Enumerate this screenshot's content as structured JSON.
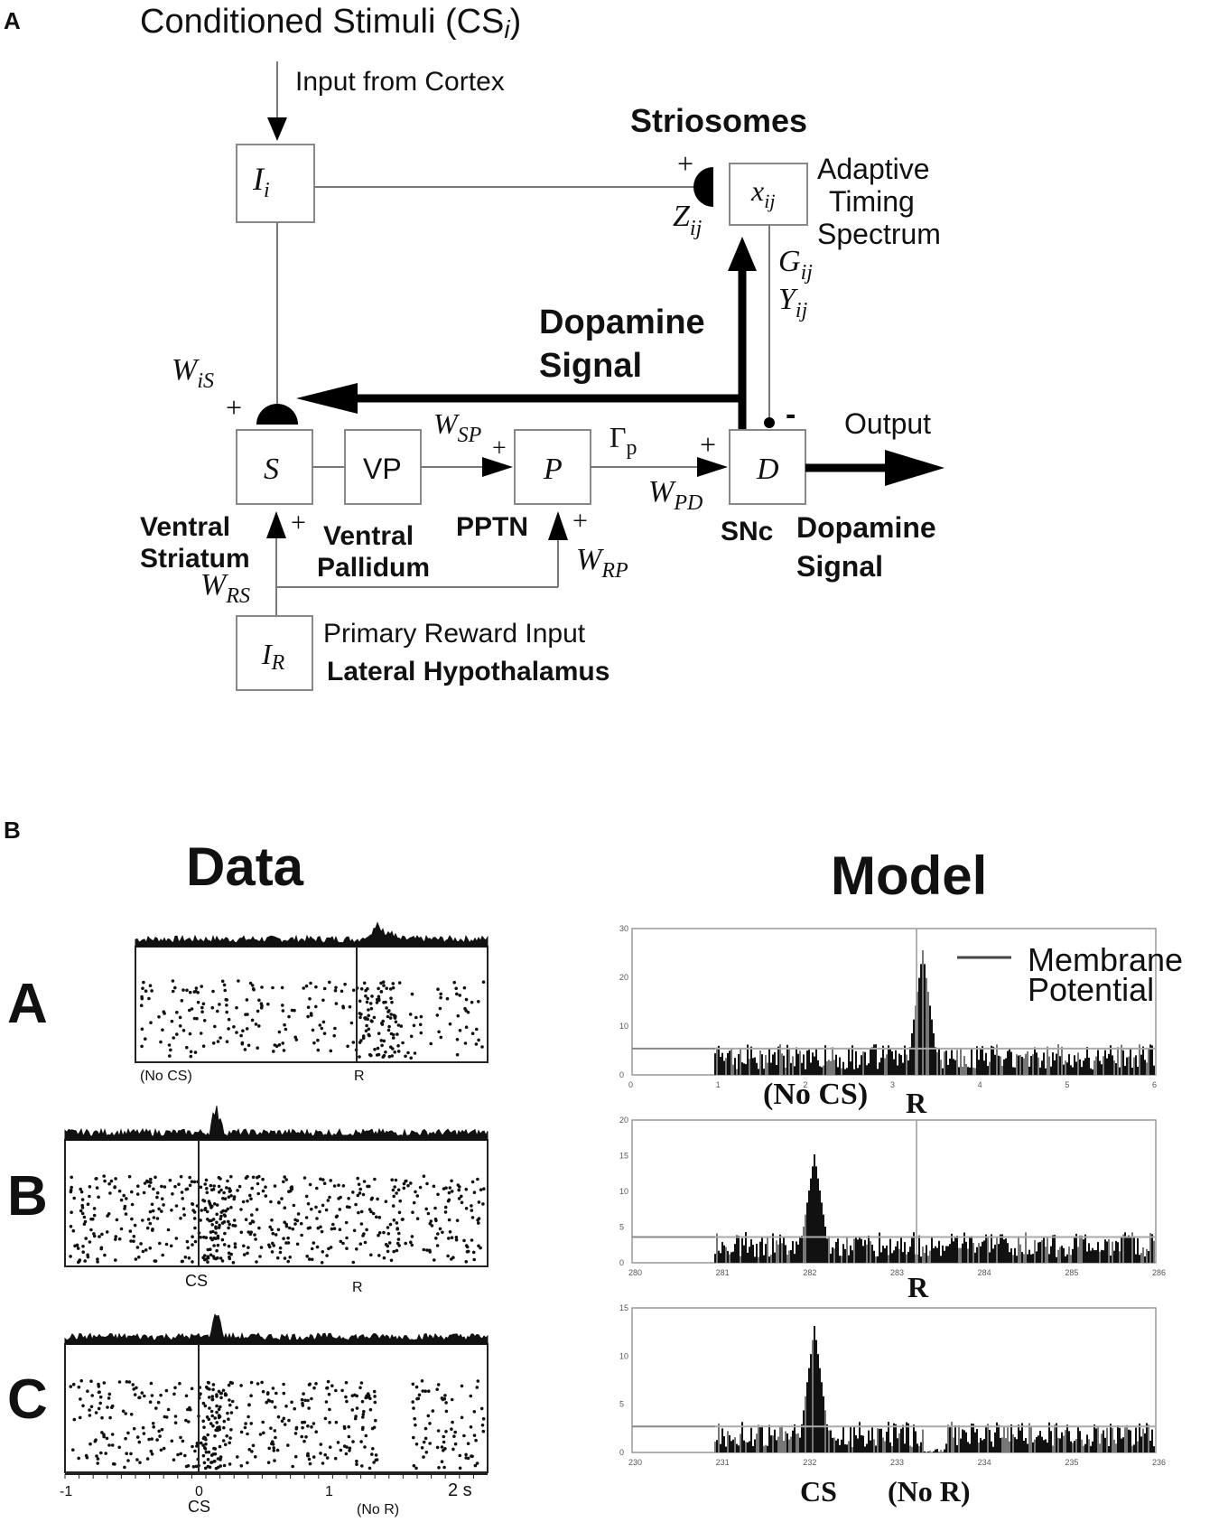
{
  "panel_a": {
    "panel_label": "A",
    "title_main": "Conditioned Stimuli (CS",
    "title_sub": "i",
    "title_close": ")",
    "input_label": "Input from Cortex",
    "striosomes_label": "Striosomes",
    "adaptive_label_1": "Adaptive",
    "adaptive_label_2": "Timing",
    "adaptive_label_3": "Spectrum",
    "dopamine_label_1": "Dopamine",
    "dopamine_label_2": "Signal",
    "output_label": "Output",
    "boxes": {
      "Ii": "I",
      "Ii_sub": "i",
      "xij": "x",
      "xij_sub": "ij",
      "S": "S",
      "VP": "VP",
      "P": "P",
      "D": "D",
      "IR": "I",
      "IR_sub": "R"
    },
    "weights": {
      "Zij": "Z",
      "Zij_sub": "ij",
      "Gij": "G",
      "Gij_sub": "ij",
      "Yij": "Y",
      "Yij_sub": "ij",
      "WiS": "W",
      "WiS_sub": "iS",
      "WSP": "W",
      "WSP_sub": "SP",
      "Gamma": "Γ",
      "Gamma_sub": "p",
      "WPD": "W",
      "WPD_sub": "PD",
      "WRP": "W",
      "WRP_sub": "RP",
      "WRS": "W",
      "WRS_sub": "RS"
    },
    "signs": {
      "plus": "+",
      "minus": "-"
    },
    "regions": {
      "ventral_striatum_1": "Ventral",
      "ventral_striatum_2": "Striatum",
      "ventral_pallidum_1": "Ventral",
      "ventral_pallidum_2": "Pallidum",
      "pptn": "PPTN",
      "snc": "SNc",
      "snc_dopamine_1": "Dopamine",
      "snc_dopamine_2": "Signal",
      "reward_input": "Primary Reward Input",
      "lateral_hypothalamus": "Lateral Hypothalamus"
    }
  },
  "panel_b": {
    "panel_label": "B",
    "data_title": "Data",
    "model_title": "Model",
    "row_labels": [
      "A",
      "B",
      "C"
    ],
    "data_rows": [
      {
        "left_marker": "(No CS)",
        "right_marker": "R"
      },
      {
        "left_marker": "CS",
        "right_marker": "R"
      },
      {
        "left_marker": "CS",
        "right_marker": "(No R)"
      }
    ],
    "data_axis_ticks": [
      "-1",
      "0",
      "1",
      "2 s"
    ],
    "model_legend": {
      "line1": "Membrane",
      "line2": "Potential"
    },
    "model_rows": [
      {
        "marker_left": "(No CS)",
        "marker_right": "R",
        "yticks": [
          "0",
          "10",
          "20",
          "30"
        ],
        "xticks": [
          "0",
          "1",
          "2",
          "3",
          "4",
          "5",
          "6"
        ]
      },
      {
        "marker_left": "",
        "marker_right": "R",
        "yticks": [
          "0",
          "5",
          "10",
          "15",
          "20"
        ],
        "xticks": [
          "280",
          "281",
          "282",
          "283",
          "284",
          "285",
          "286"
        ]
      },
      {
        "marker_left": "CS",
        "marker_right": "(No R)",
        "yticks": [
          "0",
          "5",
          "10",
          "15"
        ],
        "xticks": [
          "230",
          "231",
          "232",
          "233",
          "234",
          "235",
          "236"
        ]
      }
    ]
  }
}
